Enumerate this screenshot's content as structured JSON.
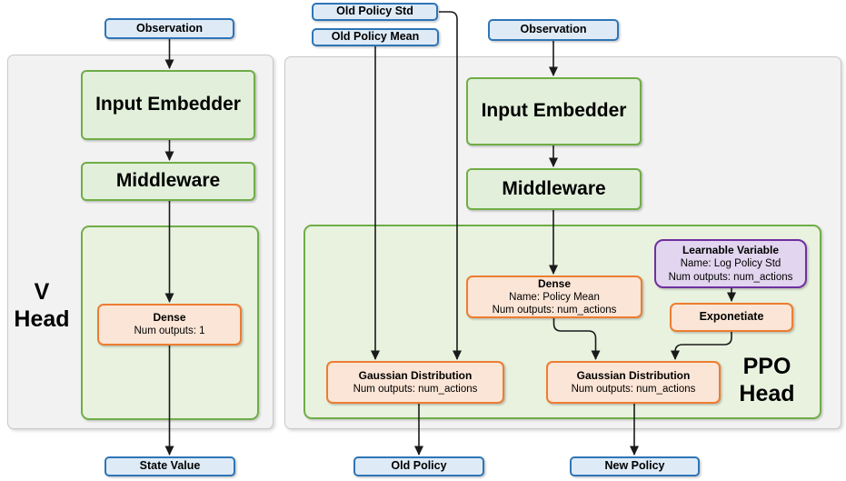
{
  "colors": {
    "blue_fill": "#DEEBF7",
    "blue_border": "#2E75B6",
    "green_fill": "#E2EFDA",
    "green_border": "#70AD47",
    "container_fill": "#E8F2DF",
    "orange_fill": "#FBE5D6",
    "orange_border": "#ED7D31",
    "purple_fill": "#E2D5EF",
    "purple_border": "#7030A0",
    "panel_fill": "#F2F2F2",
    "panel_border": "#C9C9C9",
    "arrow": "#1a1a1a",
    "text": "#000000"
  },
  "v_head": {
    "label_line1": "V",
    "label_line2": "Head",
    "observation": "Observation",
    "input_embedder": "Input Embedder",
    "middleware": "Middleware",
    "dense": {
      "title": "Dense",
      "line2": "Num outputs: 1"
    },
    "state_value": "State Value"
  },
  "ppo_head": {
    "label_line1": "PPO",
    "label_line2": "Head",
    "old_policy_std": "Old Policy Std",
    "old_policy_mean": "Old Policy Mean",
    "observation": "Observation",
    "input_embedder": "Input Embedder",
    "middleware": "Middleware",
    "dense": {
      "title": "Dense",
      "line2": "Name: Policy Mean",
      "line3": "Num outputs: num_actions"
    },
    "learnable_variable": {
      "title": "Learnable Variable",
      "line2": "Name: Log Policy Std",
      "line3": "Num outputs: num_actions"
    },
    "exponetiate": "Exponetiate",
    "gaussian_old": {
      "title": "Gaussian Distribution",
      "line2": "Num outputs: num_actions"
    },
    "gaussian_new": {
      "title": "Gaussian Distribution",
      "line2": "Num outputs: num_actions"
    },
    "old_policy": "Old Policy",
    "new_policy": "New Policy"
  }
}
